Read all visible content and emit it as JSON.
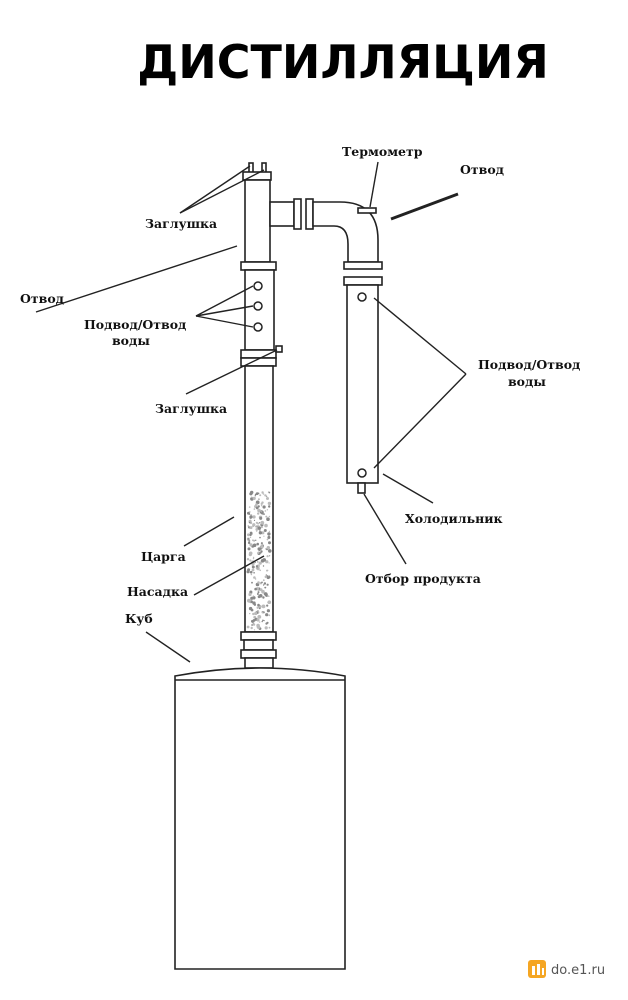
{
  "title": "ДИСТИЛЛЯЦИЯ",
  "labels": {
    "zaglushka_top": "Заглушка",
    "otvod_left": "Отвод",
    "podvod_left_line1": "Подвод/Отвод",
    "podvod_left_line2": "воды",
    "zaglushka_mid": "Заглушка",
    "tsarga": "Царга",
    "nasadka": "Насадка",
    "kub": "Куб",
    "termometr": "Термометр",
    "otvod_right": "Отвод",
    "podvod_right_line1": "Подвод/Отвод",
    "podvod_right_line2": "воды",
    "kholodilnik": "Холодильник",
    "otbor": "Отбор продукта"
  },
  "watermark": {
    "text": "do.e1.ru",
    "icon": "e1-logo-icon",
    "color": "#f5a623"
  }
}
